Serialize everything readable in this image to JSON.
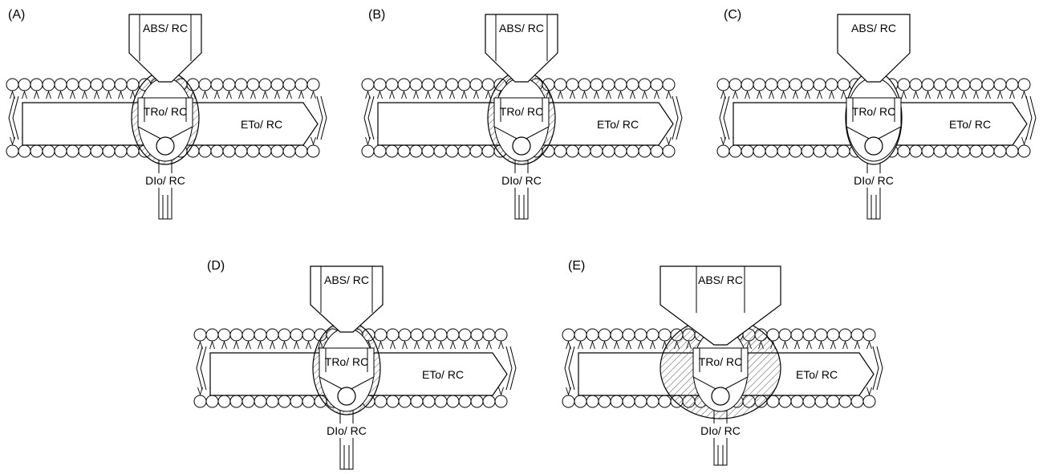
{
  "figure": {
    "stroke_color": "#000000",
    "background_color": "#ffffff",
    "panels": [
      {
        "id": "A",
        "label": "(A)",
        "abs": "ABS/ RC",
        "tr": "TRo/ RC",
        "et": "ETo/ RC",
        "di": "DIo/ RC",
        "ellipse_hatched": true
      },
      {
        "id": "B",
        "label": "(B)",
        "abs": "ABS/ RC",
        "tr": "TRo/ RC",
        "et": "ETo/ RC",
        "di": "DIo/ RC",
        "ellipse_hatched": true
      },
      {
        "id": "C",
        "label": "(C)",
        "abs": "ABS/ RC",
        "tr": "TRo/ RC",
        "et": "ETo/ RC",
        "di": "DIo/ RC",
        "ellipse_hatched": false
      },
      {
        "id": "D",
        "label": "(D)",
        "abs": "ABS/ RC",
        "tr": "TRo/ RC",
        "et": "ETo/ RC",
        "di": "DIo/ RC",
        "ellipse_hatched": true
      },
      {
        "id": "E",
        "label": "(E)",
        "abs": "ABS/ RC",
        "tr": "TRo/ RC",
        "et": "ETo/ RC",
        "di": "DIo/ RC",
        "ellipse_hatched": true
      }
    ]
  }
}
